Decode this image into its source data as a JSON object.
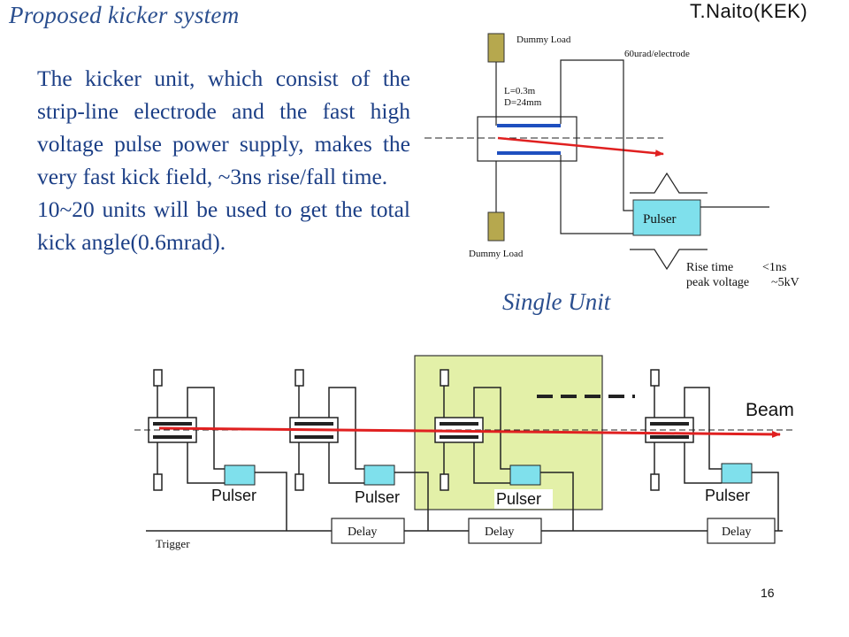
{
  "slide": {
    "title": "Proposed kicker system",
    "author": "T.Naito(KEK)",
    "paragraph1": "The kicker unit, which consist of the strip-line electrode and the fast high voltage pulse power supply, makes the very fast kick field, ~3ns rise/fall time.",
    "paragraph2": "10~20 units will be used to get the total kick angle(0.6mrad).",
    "page_number": "16"
  },
  "single_unit": {
    "caption": "Single Unit",
    "dummy_load_top": "Dummy Load",
    "dummy_load_bottom": "Dummy Load",
    "kick_per_electrode": "60urad/electrode",
    "length": "L=0.3m",
    "diameter": "D=24mm",
    "pulser": "Pulser",
    "rise_time_label": "Rise time",
    "rise_time_value": "<1ns",
    "peak_voltage_label": "peak voltage",
    "peak_voltage_value": "~5kV"
  },
  "multi_unit": {
    "beam": "Beam",
    "trigger": "Trigger",
    "pulser_labels": [
      "Pulser",
      "Pulser",
      "Pulser",
      "Pulser"
    ],
    "delay_labels": [
      "Delay",
      "Delay",
      "Delay"
    ]
  },
  "colors": {
    "text_blue": "#1c3f86",
    "title_blue": "#2b4f8f",
    "beam_red": "#e02020",
    "electrode_blue": "#1f4fbf",
    "pulser_cyan": "#7fe0ec",
    "dummy_load_olive": "#b6a84e",
    "highlight_green": "#e3f0a8"
  }
}
